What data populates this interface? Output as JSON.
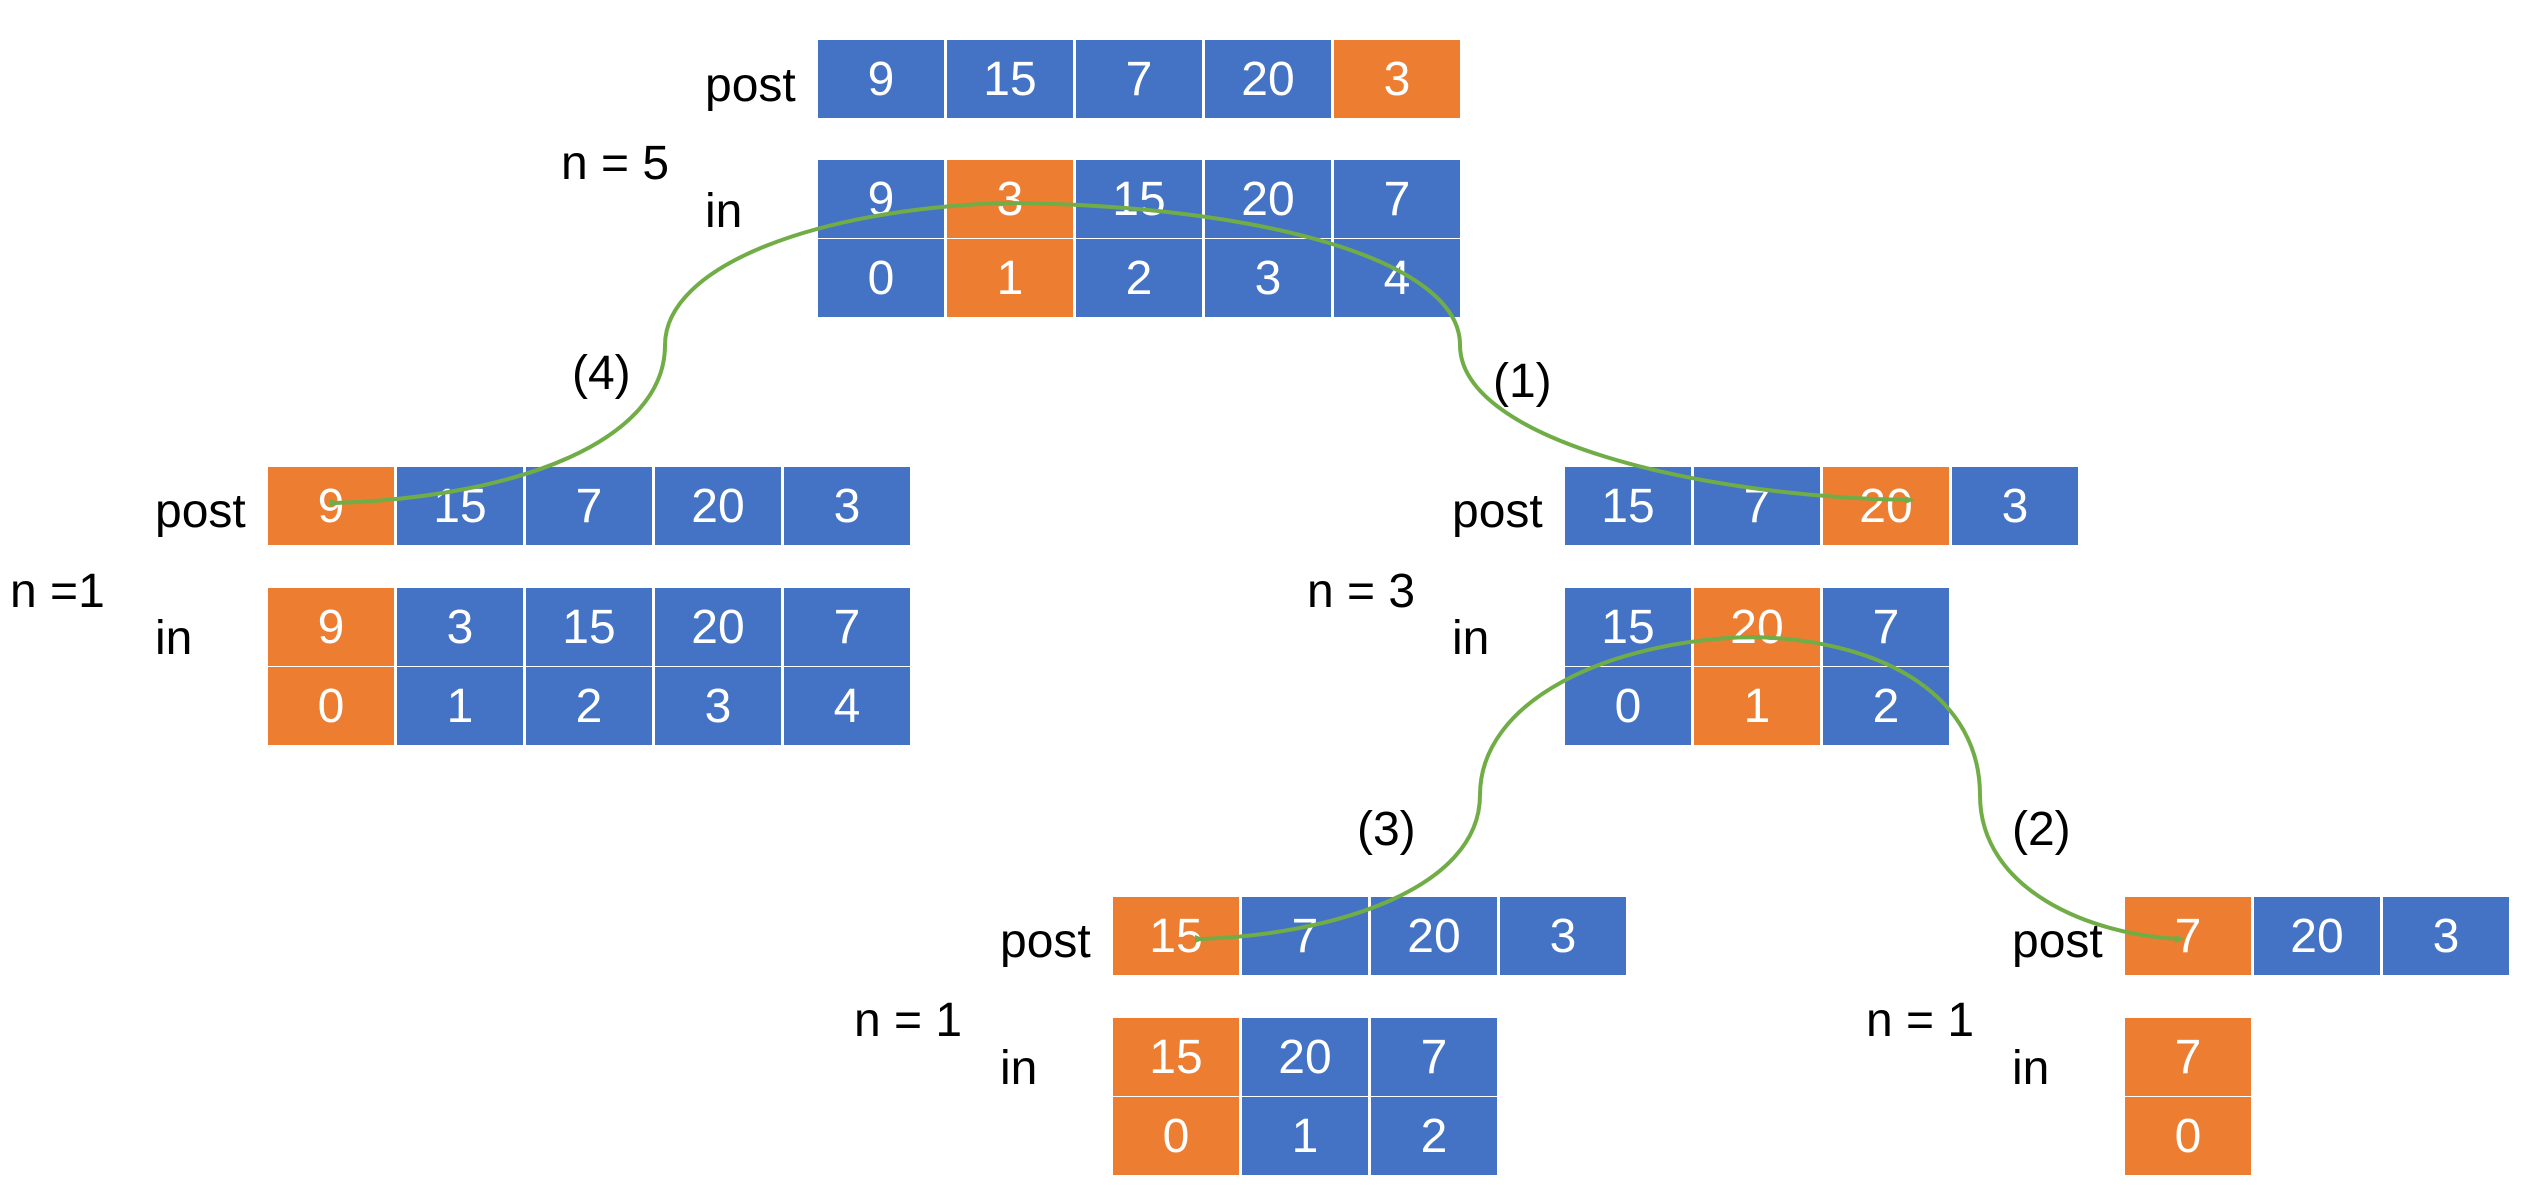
{
  "colors": {
    "blue": "#4472C4",
    "orange": "#ED7D31",
    "arrow": "#70AD47",
    "text": "#000000"
  },
  "nodes": [
    {
      "id": "root",
      "n_label": "n = 5",
      "post_label": "post",
      "in_label": "in",
      "post": {
        "values": [
          "9",
          "15",
          "7",
          "20",
          "3"
        ],
        "highlight": 4
      },
      "in": {
        "values": [
          "9",
          "3",
          "15",
          "20",
          "7"
        ],
        "highlight": 1
      },
      "idx": {
        "values": [
          "0",
          "1",
          "2",
          "3",
          "4"
        ],
        "highlight": 1
      }
    },
    {
      "id": "left-9",
      "n_label": "n =1",
      "post_label": "post",
      "in_label": "in",
      "post": {
        "values": [
          "9",
          "15",
          "7",
          "20",
          "3"
        ],
        "highlight": 0
      },
      "in": {
        "values": [
          "9",
          "3",
          "15",
          "20",
          "7"
        ],
        "highlight": 0
      },
      "idx": {
        "values": [
          "0",
          "1",
          "2",
          "3",
          "4"
        ],
        "highlight": 0
      }
    },
    {
      "id": "right-20",
      "n_label": "n = 3",
      "post_label": "post",
      "in_label": "in",
      "post": {
        "values": [
          "15",
          "7",
          "20",
          "3"
        ],
        "highlight": 2
      },
      "in": {
        "values": [
          "15",
          "20",
          "7"
        ],
        "highlight": 1
      },
      "idx": {
        "values": [
          "0",
          "1",
          "2"
        ],
        "highlight": 1
      }
    },
    {
      "id": "left-15",
      "n_label": "n = 1",
      "post_label": "post",
      "in_label": "in",
      "post": {
        "values": [
          "15",
          "7",
          "20",
          "3"
        ],
        "highlight": 0
      },
      "in": {
        "values": [
          "15",
          "20",
          "7"
        ],
        "highlight": 0
      },
      "idx": {
        "values": [
          "0",
          "1",
          "2"
        ],
        "highlight": 0
      }
    },
    {
      "id": "right-7",
      "n_label": "n = 1",
      "post_label": "post",
      "in_label": "in",
      "post": {
        "values": [
          "7",
          "20",
          "3"
        ],
        "highlight": 0
      },
      "in": {
        "values": [
          "7"
        ],
        "highlight": 0
      },
      "idx": {
        "values": [
          "0"
        ],
        "highlight": 0
      }
    }
  ],
  "steps": [
    "(1)",
    "(2)",
    "(3)",
    "(4)"
  ]
}
